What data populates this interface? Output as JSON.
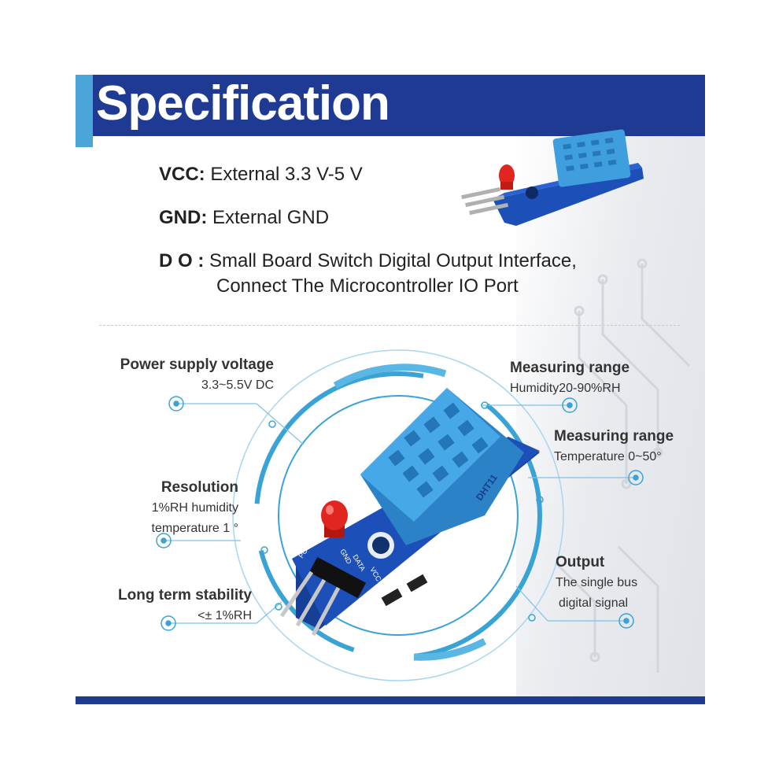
{
  "header": {
    "title": "Specification"
  },
  "specs": [
    {
      "label": "VCC:",
      "value": "External 3.3 V-5 V"
    },
    {
      "label": "GND:",
      "value": "External GND"
    },
    {
      "label": "D O :",
      "value": "Small Board Switch Digital Output Interface,",
      "value2": "Connect The Microcontroller IO Port"
    }
  ],
  "labels": {
    "power_title": "Power supply voltage",
    "power_value": "3.3~5.5V DC",
    "resolution_title": "Resolution",
    "resolution_value1": "1%RH humidity",
    "resolution_value2": "temperature 1 °",
    "stability_title": "Long term stability",
    "stability_value": "<± 1%RH",
    "humidity_title": "Measuring range",
    "humidity_value": "Humidity20-90%RH",
    "temperature_title": "Measuring range",
    "temperature_value": "Temperature 0~50°",
    "output_title": "Output",
    "output_value1": "The single bus",
    "output_value2": "digital signal"
  },
  "pcb_text": {
    "power": "POWER",
    "gnd": "GND",
    "data": "DATA",
    "vcc": "VCC",
    "dht": "DHT11"
  },
  "colors": {
    "banner": "#1f3a93",
    "accent": "#4aa6d8",
    "ring": "#3aa3d6",
    "pcb": "#1d4fb8",
    "sensor": "#3f9fde",
    "led": "#e0261e"
  }
}
